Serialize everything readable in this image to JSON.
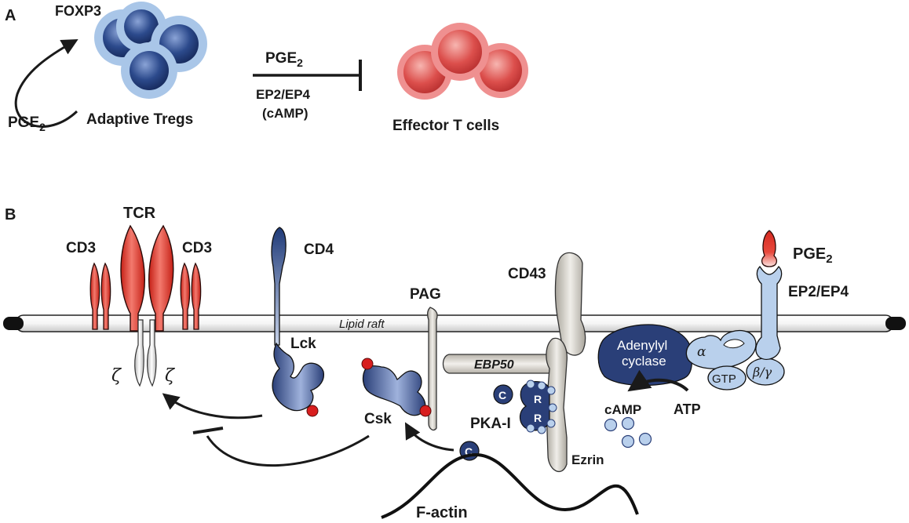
{
  "panel_a": {
    "letter": "A",
    "foxp3": "FOXP3",
    "pge2_loop": {
      "base": "PGE",
      "sub": "2"
    },
    "tregs_label": "Adaptive Tregs",
    "inhibit_pge2": {
      "base": "PGE",
      "sub": "2"
    },
    "receptor": "EP2/EP4",
    "camp": "(cAMP)",
    "effector_label": "Effector T cells"
  },
  "panel_b": {
    "letter": "B",
    "tcr": "TCR",
    "cd3_left": "CD3",
    "cd3_right": "CD3",
    "zeta_left": "ζ",
    "zeta_right": "ζ",
    "cd4": "CD4",
    "lck": "Lck",
    "csk": "Csk",
    "pag": "PAG",
    "lipid_raft": "Lipid raft",
    "cd43": "CD43",
    "ebp50": "EBP50",
    "pka_c": "C",
    "pka_free_c": "C",
    "pka_r1": "R",
    "pka_r2": "R",
    "pka": "PKA-I",
    "ezrin": "Ezrin",
    "f_actin": "F-actin",
    "adenylyl_cyclase_1": "Adenylyl",
    "adenylyl_cyclase_2": "cyclase",
    "alpha": "α",
    "gtp": "GTP",
    "beta_gamma": "β/γ",
    "atp": "ATP",
    "camp": "cAMP",
    "pge2": {
      "base": "PGE",
      "sub": "2"
    },
    "ep_receptor": "EP2/EP4"
  },
  "colors": {
    "treg_outer": "#a9c6e8",
    "treg_core": "#243f7a",
    "effector_outer": "#ee8c8c",
    "effector_core": "#d94b4b",
    "tcr_red": "#e03a2f",
    "navy": "#2a3f78",
    "light_blue": "#b9d0ec",
    "gray": "#cfcbc3",
    "phospho_red": "#d81e1e"
  }
}
